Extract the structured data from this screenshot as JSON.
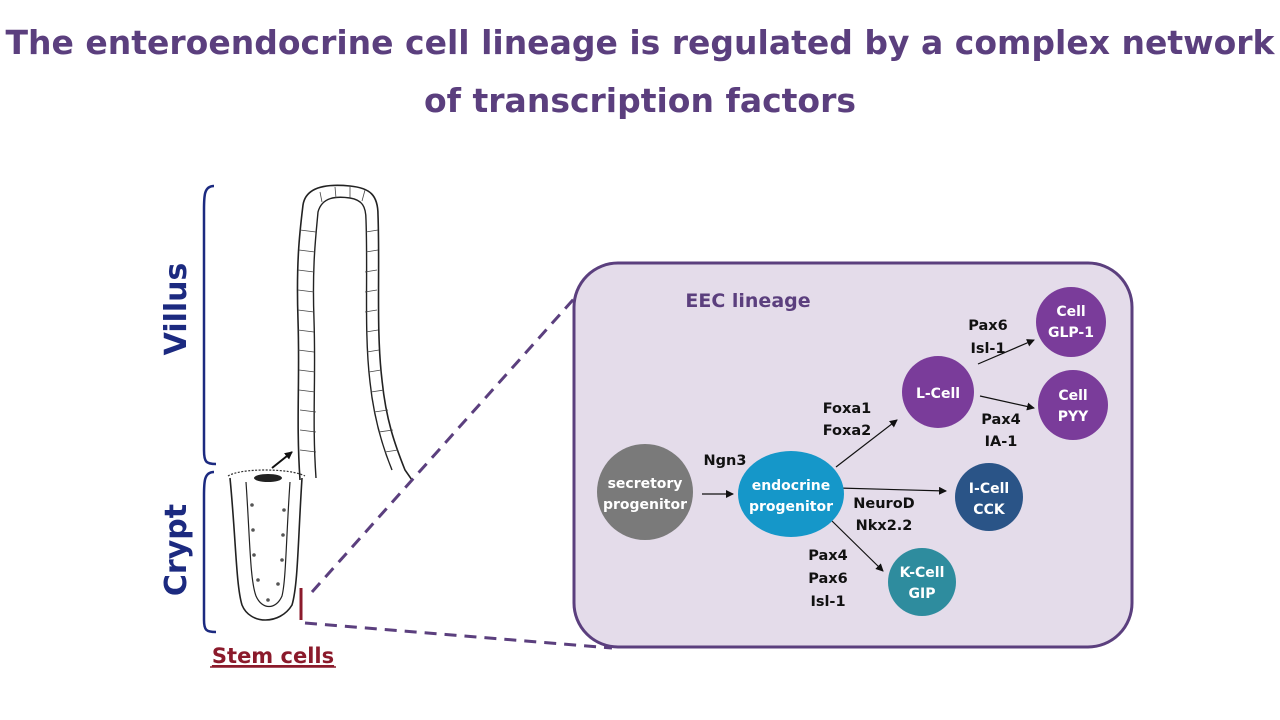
{
  "title": "The enteroendocrine cell lineage is regulated by a complex network of transcription factors",
  "villus_label": "Villus",
  "crypt_label": "Crypt",
  "stem_cells_label": "Stem cells",
  "panel": {
    "heading": "EEC lineage"
  },
  "nodes": {
    "secretory": [
      "secretory",
      "progenitor"
    ],
    "endocrine": [
      "endocrine",
      "progenitor"
    ],
    "lcell": [
      "L-Cell"
    ],
    "glp1": [
      "Cell",
      "GLP-1"
    ],
    "pyy": [
      "Cell",
      "PYY"
    ],
    "icell": [
      "I-Cell",
      "CCK"
    ],
    "kcell": [
      "K-Cell",
      "GIP"
    ]
  },
  "factors": {
    "ngn3": [
      "Ngn3"
    ],
    "foxa": [
      "Foxa1",
      "Foxa2"
    ],
    "pax6_isl1": [
      "Pax6",
      "Isl-1"
    ],
    "pax4_ia1": [
      "Pax4",
      "IA-1"
    ],
    "neurod_nkx": [
      "NeuroD",
      "Nkx2.2"
    ],
    "pax4_pax6_isl1": [
      "Pax4",
      "Pax6",
      "Isl-1"
    ]
  },
  "colors": {
    "title": "#5b3f7e",
    "axis_label": "#1c2a80",
    "stem": "#8b1a2b",
    "panel_fill": "#e4dcea",
    "panel_border": "#5b3f7e",
    "secretory": "#7a7a7a",
    "endocrine": "#1597c9",
    "lcell": "#7a3c9a",
    "icell": "#2a5487",
    "kcell": "#2e8c9e"
  }
}
